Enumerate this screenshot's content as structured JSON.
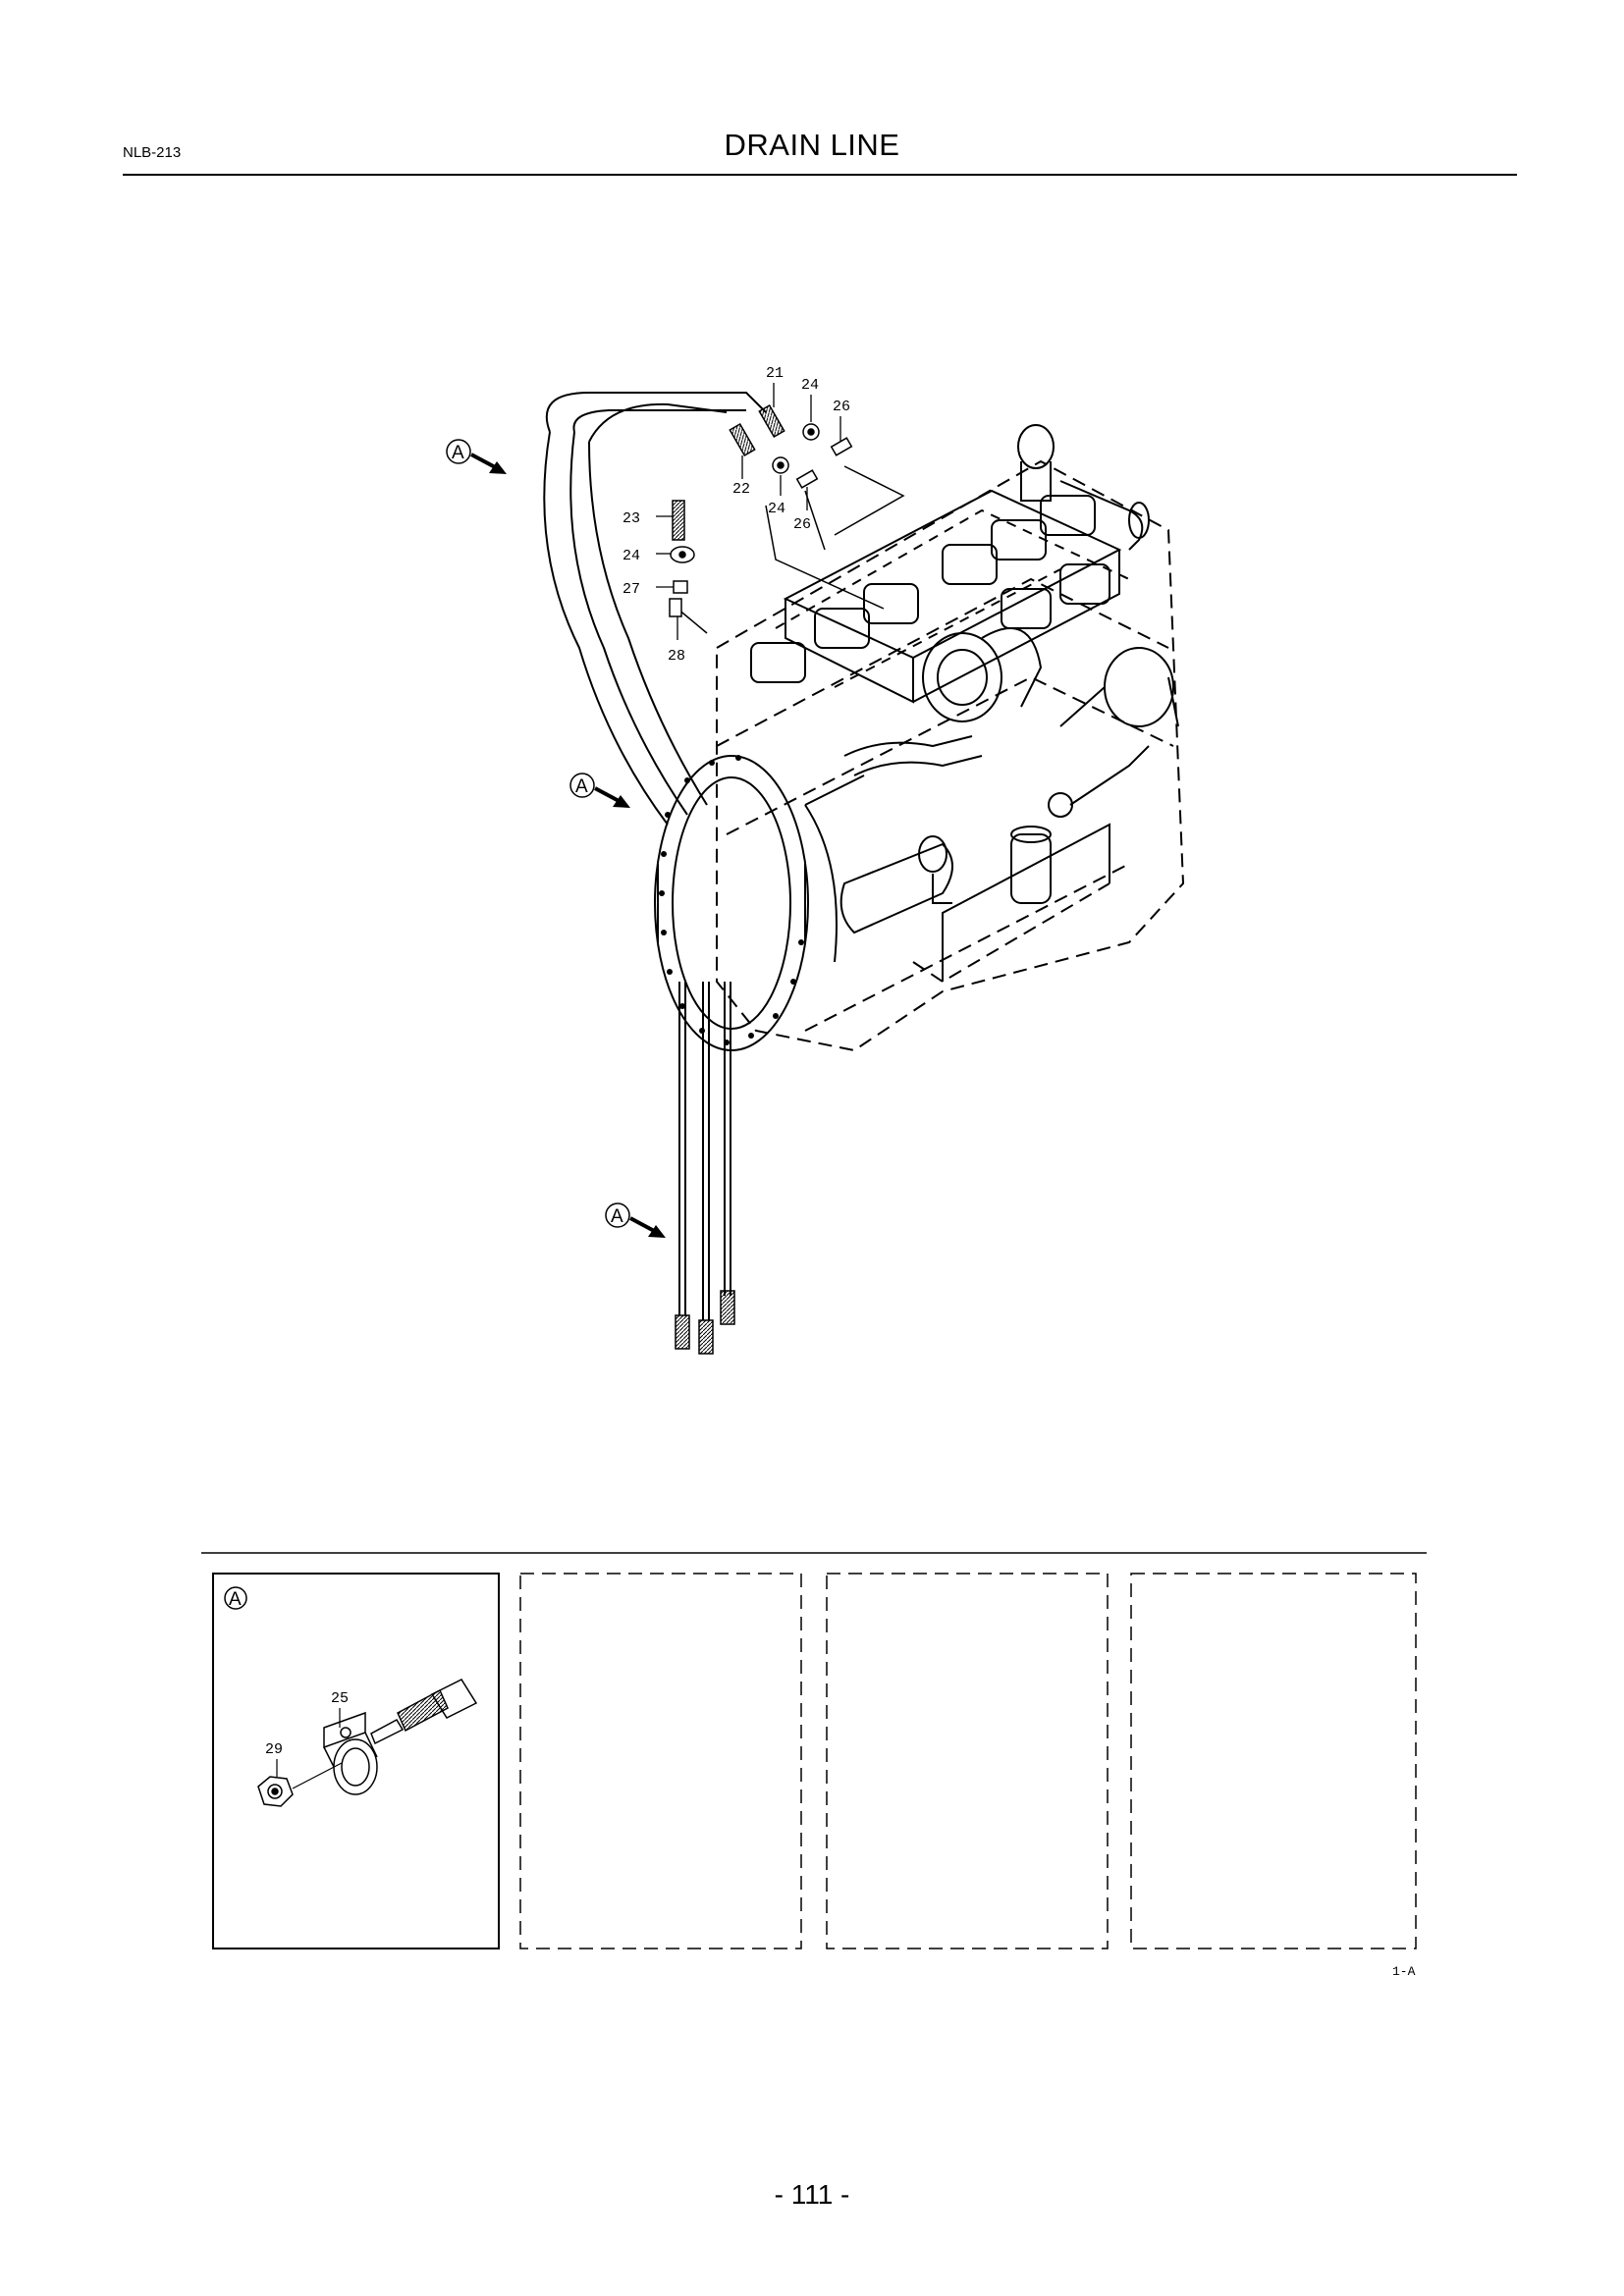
{
  "header": {
    "doc_code": "NLB-213",
    "title": "DRAIN LINE"
  },
  "callouts": {
    "c21": "21",
    "c24a": "24",
    "c26a": "26",
    "c22": "22",
    "c24b": "24",
    "c26b": "26",
    "c23": "23",
    "c24c": "24",
    "c27": "27",
    "c28": "28",
    "c25": "25",
    "c29": "29"
  },
  "detail_markers": {
    "marker_1": "A",
    "marker_2": "A",
    "marker_3": "A",
    "panel_label": "A"
  },
  "reference_code": "1-A",
  "footer": {
    "page_number": "- 111 -"
  },
  "icons": {
    "detail_marker": "circled-letter-arrow-icon"
  }
}
